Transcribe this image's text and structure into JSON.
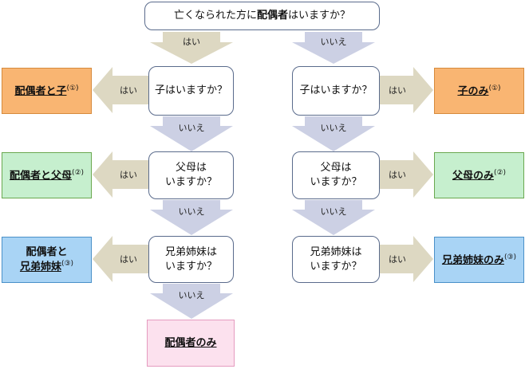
{
  "start": {
    "pre": "亡くなられた方に",
    "bold": "配偶者",
    "post": "はいますか？"
  },
  "labels": {
    "yes": "はい",
    "no": "いいえ"
  },
  "left_questions": [
    "子はいますか？",
    "父母は\nいますか？",
    "兄弟姉妹は\nいますか？"
  ],
  "right_questions": [
    "子はいますか？",
    "父母は\nいますか？",
    "兄弟姉妹は\nいますか？"
  ],
  "left_results": [
    {
      "line1": "配偶者と子",
      "sup": "(①)"
    },
    {
      "line1": "配偶者と父母",
      "sup": "(②)"
    },
    {
      "line1": "配偶者と",
      "line2": "兄弟姉妹",
      "sup": "(③)"
    }
  ],
  "right_results": [
    {
      "line1": "子のみ",
      "sup": "(①)"
    },
    {
      "line1": "父母のみ",
      "sup": "(②)"
    },
    {
      "line1": "兄弟姉妹のみ",
      "sup": "(③)"
    }
  ],
  "final_result": "配偶者のみ",
  "colors": {
    "arrow_gray": "#ccd0e4",
    "arrow_tan": "#ddd8c2",
    "orange": "#f9b572",
    "green": "#c6efce",
    "blue": "#a9d4f5",
    "pink": "#fce1ee"
  }
}
